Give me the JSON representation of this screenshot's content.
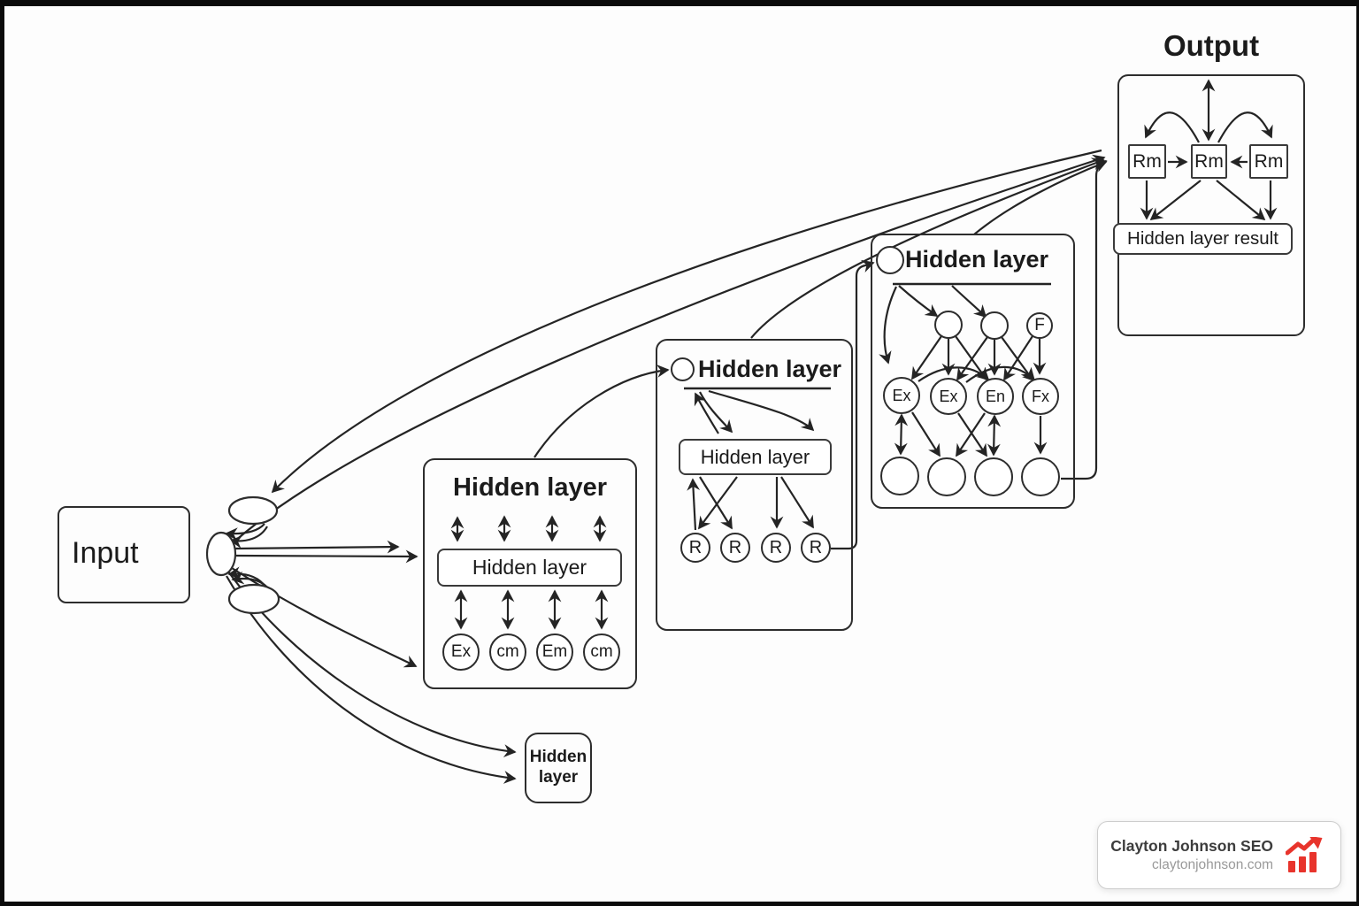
{
  "meta": {
    "ink": "#242424",
    "bg": "#fdfdfd",
    "accent_red": "#e8342c"
  },
  "input": {
    "label": "Input"
  },
  "layerA": {
    "title": "Hidden layer",
    "inner": "Hidden layer",
    "units": [
      "Ex",
      "cm",
      "Em",
      "cm"
    ]
  },
  "layerB": {
    "title": "Hidden layer",
    "inner": "Hidden layer",
    "units": [
      "R",
      "R",
      "R",
      "R"
    ]
  },
  "layerC": {
    "title": "Hidden layer",
    "top_units": [
      "",
      "",
      "F"
    ],
    "mid_units": [
      "Ex",
      "Ex",
      "En",
      "Fx"
    ]
  },
  "small_layer": {
    "label": "Hidden layer"
  },
  "output": {
    "title": "Output",
    "nodes": [
      "Rm",
      "Rm",
      "Rm"
    ],
    "result": "Hidden layer result"
  },
  "watermark": {
    "name": "Clayton Johnson SEO",
    "site": "claytonjohnson.com"
  }
}
